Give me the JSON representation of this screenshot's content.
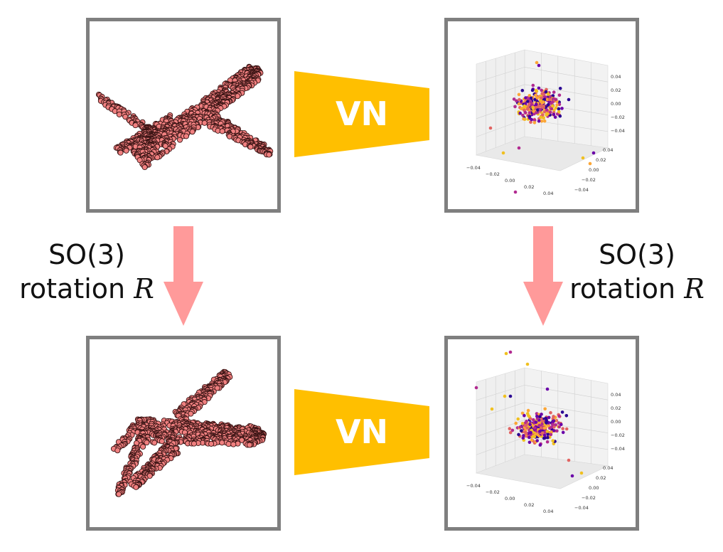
{
  "encoder_label": "VN",
  "rotation": {
    "line1": "SO(3)",
    "line2_prefix": "rotation",
    "symbol": "R"
  },
  "axis_ticks": {
    "vertical": [
      "0.04",
      "0.02",
      "0.00",
      "−0.02",
      "−0.04"
    ],
    "front": [
      "−0.04",
      "−0.02",
      "0.00",
      "0.02",
      "0.04"
    ],
    "side": [
      "0.04",
      "0.02",
      "0.00",
      "−0.02",
      "−0.04"
    ]
  },
  "colors": {
    "panel_border": "#7f7f7f",
    "encoder_fill": "#ffbf00",
    "arrow_fill": "#ff9a9a",
    "point_fill": "#f08080",
    "point_edge": "#3a1414",
    "scatter_palette": [
      "#2a0593",
      "#6a00a8",
      "#b12a90",
      "#e16462",
      "#fca636",
      "#f0c020"
    ]
  },
  "icons": {
    "encoder": "trapezoid-encoder-icon",
    "rotation_arrow": "down-arrow-icon",
    "airplane": "airplane-point-cloud-icon"
  }
}
